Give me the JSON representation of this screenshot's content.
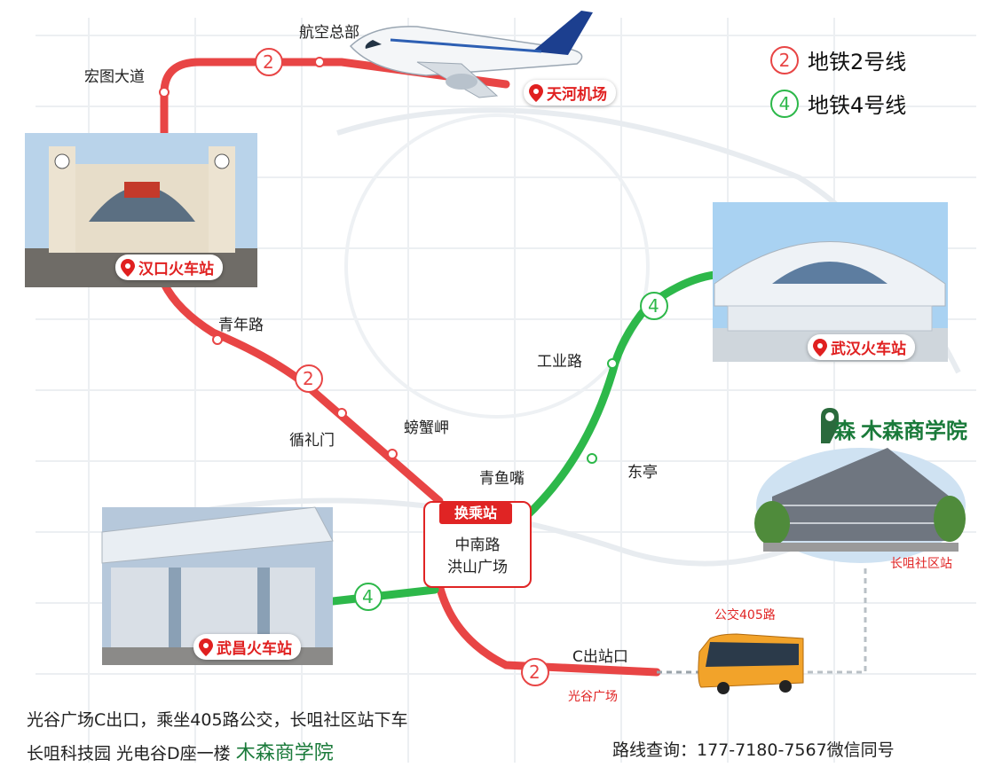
{
  "legend": {
    "line2_number": "2",
    "line2_label": "地铁2号线",
    "line2_color": "#e84545",
    "line4_number": "4",
    "line4_label": "地铁4号线",
    "line4_color": "#2db84a"
  },
  "places": {
    "tianhe": "天河机场",
    "hankou": "汉口火车站",
    "wuhan": "武汉火车站",
    "wuchang": "武昌火车站",
    "changju": "长咀社区站"
  },
  "stations": {
    "hangkong": "航空总部",
    "hongtu": "宏图大道",
    "qingnian": "青年路",
    "xunli": "循礼门",
    "pangxie": "螃蟹岬",
    "qingyu": "青鱼嘴",
    "gongye": "工业路",
    "dongting": "东亭"
  },
  "transfer": {
    "title": "换乘站",
    "line1": "中南路",
    "line2": "洪山广场"
  },
  "route_marks": {
    "line2_badge": "2",
    "line4_badge": "4",
    "exit_c": "C出站口",
    "guanggu": "光谷广场",
    "bus": "公交405路"
  },
  "brand": {
    "logo_glyph": "森",
    "name": "木森商学院",
    "color": "#1a7a3a"
  },
  "footer": {
    "line1": "光谷广场C出口，乘坐405路公交，长咀社区站下车",
    "line2_prefix": "长咀科技园  光电谷D座一楼 ",
    "line2_brand": "木森商学院",
    "contact": "路线查询：177-7180-7567微信同号"
  }
}
